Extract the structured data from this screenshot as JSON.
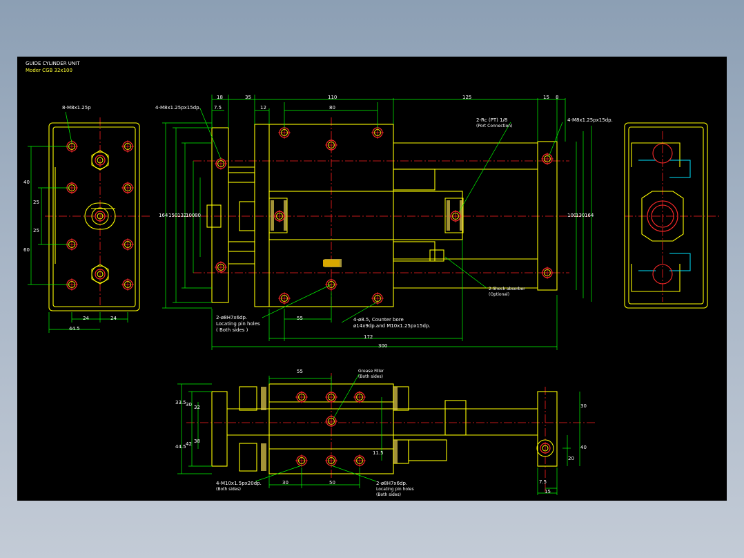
{
  "title_block": {
    "line1": "GUIDE CYLINDER UNIT",
    "line2": "Moder  CGB 32x100"
  },
  "colors": {
    "outline": "#ffff00",
    "dim": "#00ff00",
    "center": "#ff2020",
    "hole": "#ff2a2a",
    "text": "#ffffff",
    "cyan": "#00e5ff",
    "bg": "#000000"
  },
  "top_dims": {
    "d18": "18",
    "d35": "35",
    "d110": "110",
    "d125": "125",
    "d15": "15",
    "d8": "8",
    "d7_5": "7.5",
    "d12": "12",
    "d80": "80"
  },
  "left_dims": {
    "d40": "40",
    "d25a": "25",
    "d25b": "25",
    "d60": "60",
    "d24a": "24",
    "d24b": "24",
    "d44_5": "44.5"
  },
  "vert_dims": {
    "d164l": "164",
    "d150": "150",
    "d132": "132",
    "d100": "100",
    "d80": "80",
    "d100r": "100",
    "d130": "130",
    "d164r": "164"
  },
  "bottom_dims": {
    "d55": "55",
    "d172": "172",
    "d300": "300"
  },
  "side_dims": {
    "d55": "55",
    "d33_5": "33.5",
    "d30": "30",
    "d32": "32",
    "d44_5": "44.5",
    "d42": "42",
    "d38": "38",
    "d11_5": "11.5",
    "d30r": "30",
    "d40r": "40",
    "d20": "20",
    "d7_5": "7.5",
    "d15": "15",
    "d30b": "30",
    "d50": "50"
  },
  "callouts": {
    "c1": "8-M8x1.25p",
    "c2": "4-M8x1.25px15dp.",
    "c3": "2-Rc (PT) 1/8",
    "c3b": "(Port Connection)",
    "c4": "4-M8x1.25px15dp.",
    "c5": "2-ø8H7x6dp.",
    "c5b": "Locating pin holes",
    "c5c": "( Both sides )",
    "c6": "4-ø8.5, Counter bore",
    "c6b": "ø14x9dp.and M10x1.25px15dp.",
    "c7": "2-Shock absorber",
    "c7b": "(Optional)",
    "c8": "Grease Filler",
    "c8b": "(Both sides)",
    "c9": "4-M10x1.5px20dp.",
    "c9b": "(Both sides)",
    "c10": "2-ø8H7x6dp.",
    "c10b": "Locating pin holes",
    "c10c": "(Both sides)"
  }
}
